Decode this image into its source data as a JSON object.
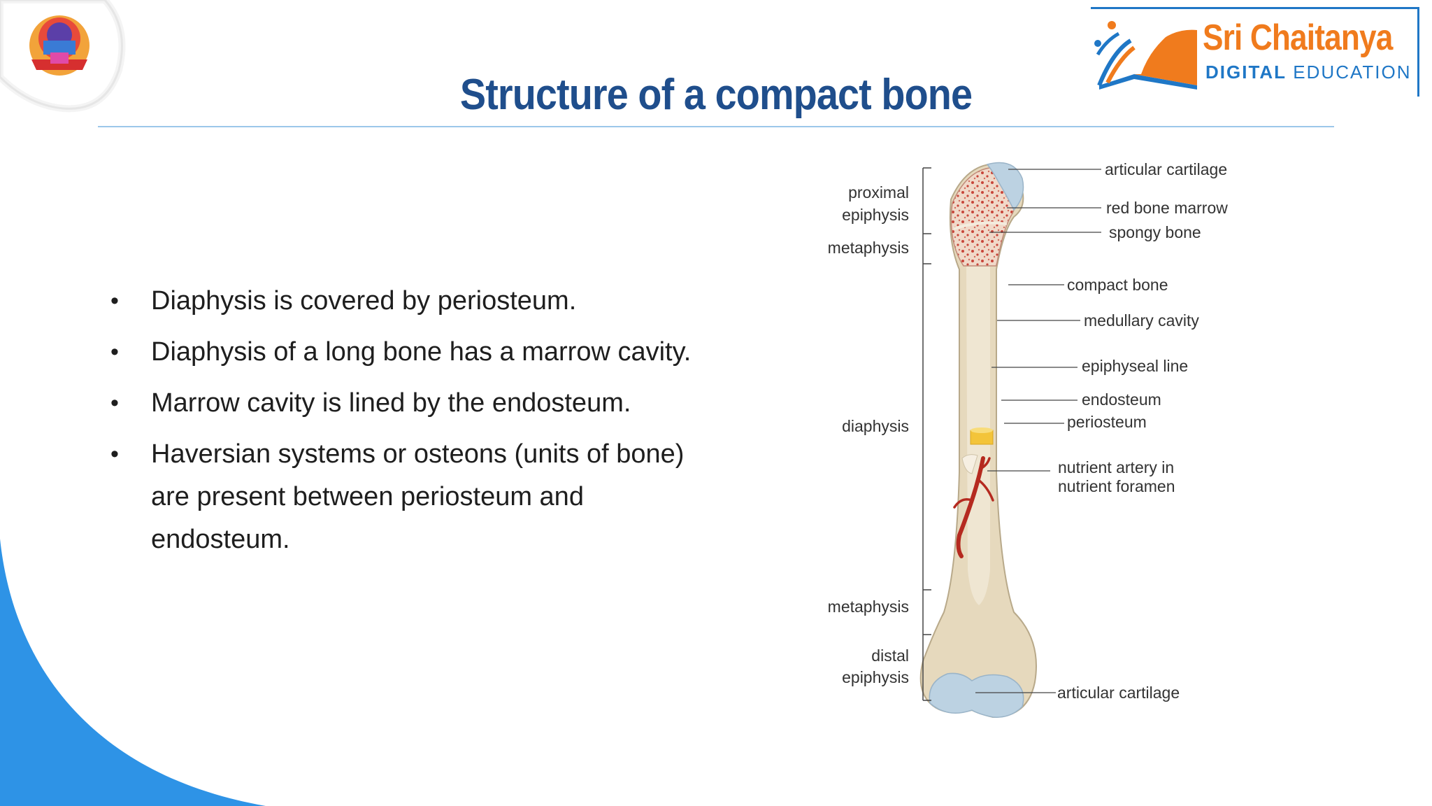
{
  "title": "Structure of a compact bone",
  "brand": {
    "name": "Sri Chaitanya",
    "sub_bold": "DIGITAL",
    "sub_rest": "EDUCATION"
  },
  "bullets": [
    "Diaphysis is covered by periosteum.",
    "Diaphysis of a long bone has a marrow cavity.",
    "Marrow cavity is lined by the endosteum.",
    "Haversian systems or osteons (units of bone) are present between periosteum and endosteum."
  ],
  "diagram": {
    "left_labels": {
      "proximal_epiphysis": [
        "proximal",
        "epiphysis"
      ],
      "metaphysis_top": "metaphysis",
      "diaphysis": "diaphysis",
      "metaphysis_bottom": "metaphysis",
      "distal_epiphysis": [
        "distal",
        "epiphysis"
      ]
    },
    "right_labels": {
      "articular_cartilage_top": "articular cartilage",
      "red_bone_marrow": "red bone marrow",
      "spongy_bone": "spongy bone",
      "compact_bone": "compact bone",
      "medullary_cavity": "medullary cavity",
      "epiphyseal_line": "epiphyseal line",
      "endosteum": "endosteum",
      "periosteum": "periosteum",
      "nutrient_artery": [
        "nutrient artery in",
        "nutrient foramen"
      ],
      "articular_cartilage_bottom": "articular cartilage"
    }
  },
  "colors": {
    "title": "#1f4e8c",
    "accent_blue": "#2e93e6",
    "brand_orange": "#f07b1d",
    "brand_blue": "#1f77c6",
    "bone": "#e6d9bd",
    "cartilage": "#bcd2e2",
    "marrow": "#c8453a",
    "artery": "#b52a20"
  }
}
